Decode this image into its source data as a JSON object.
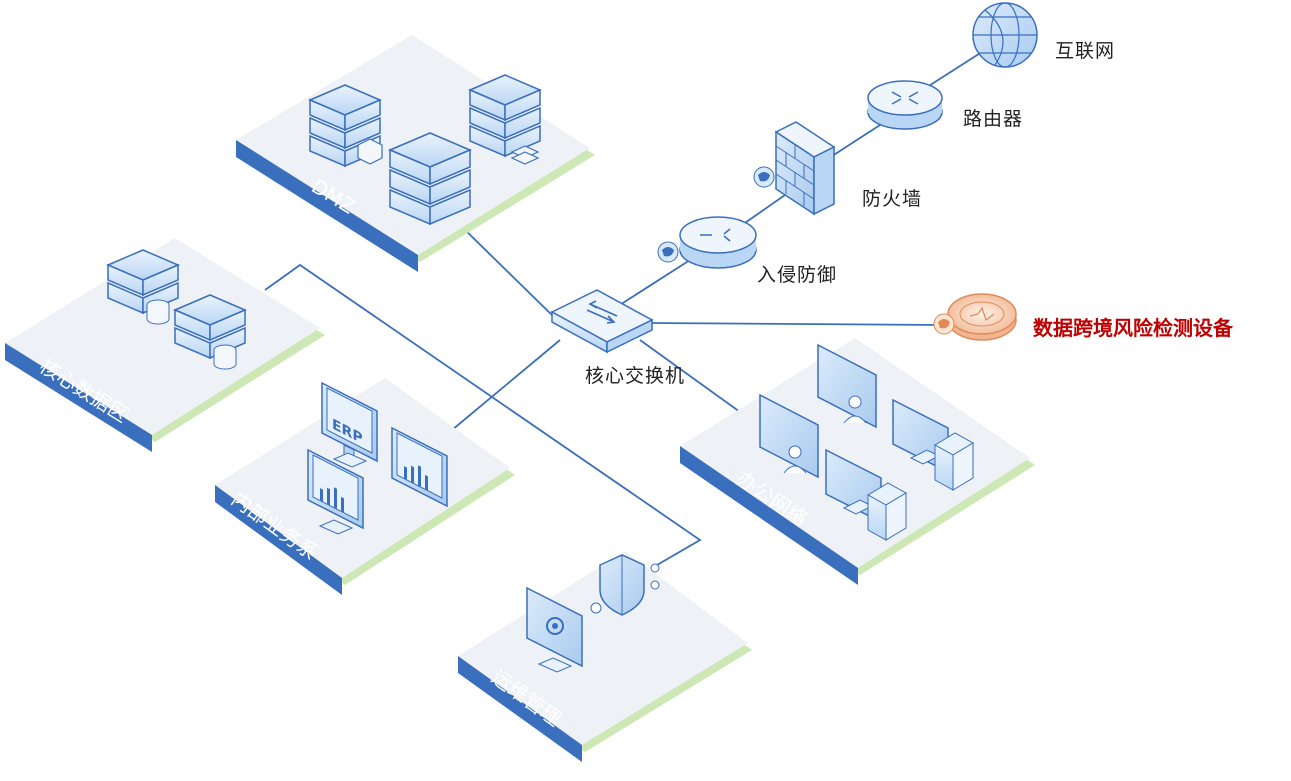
{
  "zones": {
    "dmz": "DMZ",
    "core_data": "核心数据区",
    "internal_business": "内部业务系",
    "office_network": "办公网络",
    "ops_management": "运维管理"
  },
  "nodes": {
    "internet": "互联网",
    "router": "路由器",
    "firewall": "防火墙",
    "ips": "入侵防御",
    "core_switch": "核心交换机",
    "cross_border_device": "数据跨境风险检测设备"
  },
  "monitor_text": {
    "erp": "ERP"
  },
  "colors": {
    "zone_band": "#3a6fbe",
    "platform": "#eef1f5",
    "platform_shadow": "#cde8b4",
    "link": "#3a6fbe",
    "device_fill": "#d8e9fb",
    "device_stroke": "#3a6fbe",
    "highlight_text": "#c00000",
    "highlight_device": "#f4c7a8"
  }
}
